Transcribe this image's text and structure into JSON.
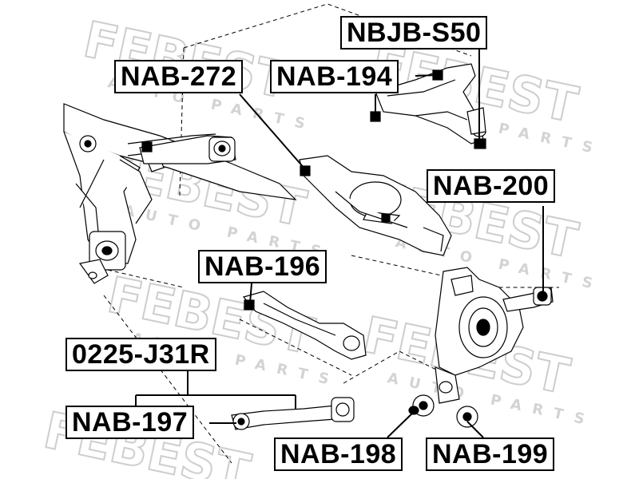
{
  "watermark": {
    "brand": "FEBEST",
    "tagline": "AUTO PARTS",
    "color": "#c8c8c8"
  },
  "labels": {
    "nbjb_s50": "NBJB-S50",
    "nab_272": "NAB-272",
    "nab_194": "NAB-194",
    "nab_200": "NAB-200",
    "nab_196": "NAB-196",
    "kit_0225_j31r": "0225-J31R",
    "nab_197": "NAB-197",
    "nab_198": "NAB-198",
    "nab_199": "NAB-199"
  }
}
